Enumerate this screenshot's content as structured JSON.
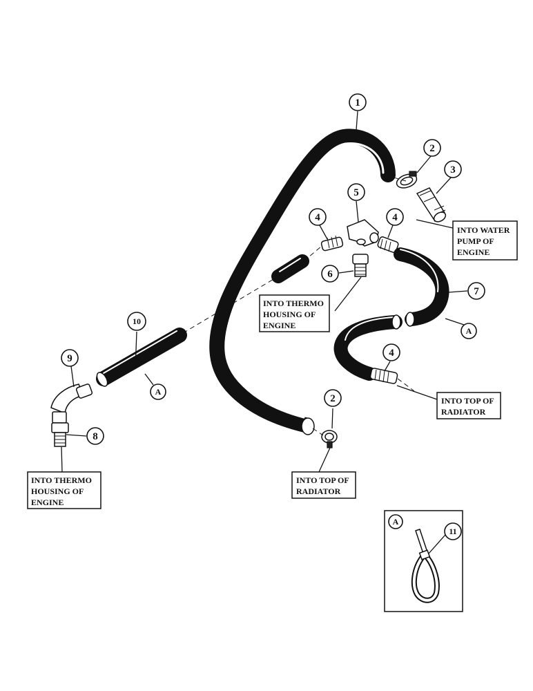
{
  "callouts": {
    "c1": "1",
    "c2a": "2",
    "c2b": "2",
    "c3": "3",
    "c4a": "4",
    "c4b": "4",
    "c4c": "4",
    "c5": "5",
    "c6": "6",
    "c7": "7",
    "c8": "8",
    "c9": "9",
    "c10": "10",
    "c11": "11",
    "cA1": "A",
    "cA2": "A",
    "cA3": "A"
  },
  "labels": {
    "water_pump": [
      "INTO WATER",
      "PUMP OF",
      "ENGINE"
    ],
    "thermo_mid": [
      "INTO THERMO",
      "HOUSING OF",
      "ENGINE"
    ],
    "top_radiator_right": [
      "INTO TOP OF",
      "RADIATOR"
    ],
    "top_radiator_bottom": [
      "INTO TOP OF",
      "RADIATOR"
    ],
    "thermo_left": [
      "INTO THERMO",
      "HOUSING OF",
      "ENGINE"
    ]
  }
}
